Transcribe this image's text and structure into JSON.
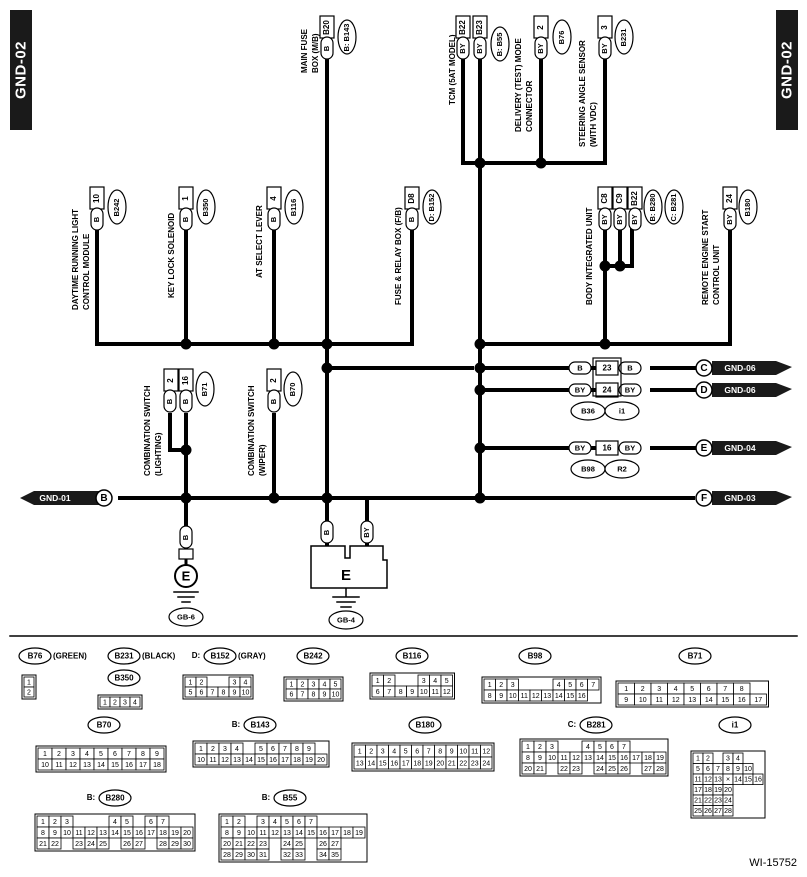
{
  "ground_tabs": {
    "left": "GND-02",
    "right": "GND-02"
  },
  "figure_id": "WI-15752",
  "top_components": [
    {
      "name": "MAIN FUSE BOX (M/B)",
      "wire": "B",
      "pin": "20",
      "conn": "B20",
      "conn_ref": "B: B143"
    },
    {
      "name": "TCM (5AT MODEL)",
      "wire": "BY",
      "pin": "22",
      "conn": "B22",
      "wire2": "BY",
      "conn2": "B23",
      "conn_ref": "B: B55"
    },
    {
      "name": "DELIVERY (TEST) MODE CONNECTOR",
      "wire": "BY",
      "pin": "2",
      "conn_ref": "B76"
    },
    {
      "name": "STEERING ANGLE SENSOR (WITH VDC)",
      "wire": "BY",
      "pin": "3",
      "conn_ref": "B231"
    }
  ],
  "mid_components": [
    {
      "name": "DAYTIME RUNNING LIGHT CONTROL MODULE",
      "wire": "B",
      "pin": "10",
      "conn_ref": "B242"
    },
    {
      "name": "KEY LOCK SOLENOID",
      "wire": "B",
      "pin": "1",
      "conn_ref": "B350"
    },
    {
      "name": "AT SELECT LEVER",
      "wire": "B",
      "pin": "4",
      "conn_ref": "B116"
    },
    {
      "name": "FUSE & RELAY BOX (F/B)",
      "wire": "B",
      "pin": "D8",
      "conn_ref": "D: B152"
    },
    {
      "name": "BODY INTEGRATED UNIT",
      "wires": [
        "BY",
        "BY",
        "BY"
      ],
      "pins": [
        "C8",
        "C9",
        "B22"
      ],
      "conn_ref": [
        "B: B280",
        "C: B281"
      ]
    },
    {
      "name": "REMOTE ENGINE START CONTROL UNIT",
      "wire": "BY",
      "pin": "24",
      "conn_ref": "B180"
    }
  ],
  "lower_components": [
    {
      "name": "COMBINATION SWITCH (LIGHTING)",
      "wires": [
        "B",
        "B"
      ],
      "pins": [
        "2",
        "16"
      ],
      "conn_ref": "B71"
    },
    {
      "name": "COMBINATION SWITCH (WIPER)",
      "wire": "B",
      "pin": "2",
      "conn_ref": "B70"
    }
  ],
  "junctions": [
    {
      "left_wire": "B",
      "pin": "23",
      "right_wire": "B",
      "circle": "C",
      "label": "GND-06"
    },
    {
      "left_wire": "BY",
      "pin": "24",
      "right_wire": "BY",
      "circle": "D",
      "label": "GND-06",
      "refs": [
        "B36",
        "i1"
      ]
    },
    {
      "left_wire": "BY",
      "pin": "16",
      "right_wire": "BY",
      "circle": "E",
      "label": "GND-04",
      "refs": [
        "B98",
        "R2"
      ]
    },
    {
      "circle": "F",
      "label": "GND-03"
    },
    {
      "circle": "B",
      "label": "GND-01"
    }
  ],
  "grounds": [
    {
      "label": "GB-6",
      "symbol": "E",
      "wire": "B"
    },
    {
      "label": "GB-4",
      "symbol": "E",
      "wires": [
        "B",
        "BY"
      ]
    }
  ],
  "legend": {
    "b76": {
      "ref": "B76",
      "note": "(GREEN)",
      "rows": [
        [
          "1"
        ],
        [
          "2"
        ]
      ]
    },
    "b231": {
      "ref": "B231",
      "note": "(BLACK)"
    },
    "b350": {
      "ref": "B350",
      "rows": [
        [
          "1",
          "2",
          "3",
          "4"
        ]
      ]
    },
    "b152": {
      "prefix": "D:",
      "ref": "B152",
      "note": "(GRAY)",
      "rows": [
        [
          "1",
          "2",
          "",
          "",
          "3",
          "4"
        ],
        [
          "5",
          "6",
          "7",
          "8",
          "9",
          "10"
        ]
      ]
    },
    "b242": {
      "ref": "B242",
      "rows": [
        [
          "1",
          "2",
          "3",
          "4",
          "5"
        ],
        [
          "6",
          "7",
          "8",
          "9",
          "10"
        ]
      ]
    },
    "b116": {
      "ref": "B116",
      "rows": [
        [
          "1",
          "2",
          "",
          "",
          "3",
          "4",
          "5"
        ],
        [
          "6",
          "7",
          "8",
          "9",
          "10",
          "11",
          "12"
        ]
      ]
    },
    "b98": {
      "ref": "B98",
      "rows": [
        [
          "1",
          "2",
          "3",
          "",
          "",
          "",
          "4",
          "5",
          "6",
          "7"
        ],
        [
          "8",
          "9",
          "10",
          "11",
          "12",
          "13",
          "14",
          "15",
          "16"
        ]
      ]
    },
    "b71": {
      "ref": "B71",
      "rows": [
        [
          "1",
          "2",
          "3",
          "4",
          "5",
          "6",
          "7",
          "8"
        ],
        [
          "9",
          "10",
          "11",
          "12",
          "13",
          "14",
          "15",
          "16",
          "17"
        ]
      ]
    },
    "b70": {
      "ref": "B70",
      "rows": [
        [
          "1",
          "2",
          "3",
          "4",
          "5",
          "6",
          "7",
          "8",
          "9"
        ],
        [
          "10",
          "11",
          "12",
          "13",
          "14",
          "15",
          "16",
          "17",
          "18"
        ]
      ]
    },
    "b143": {
      "prefix": "B:",
      "ref": "B143",
      "rows": [
        [
          "1",
          "2",
          "3",
          "4",
          "",
          "5",
          "6",
          "7",
          "8",
          "9"
        ],
        [
          "10",
          "11",
          "12",
          "13",
          "14",
          "15",
          "16",
          "17",
          "18",
          "19",
          "20"
        ]
      ]
    },
    "b180": {
      "ref": "B180",
      "rows": [
        [
          "1",
          "2",
          "3",
          "4",
          "5",
          "6",
          "7",
          "8",
          "9",
          "10",
          "11",
          "12"
        ],
        [
          "13",
          "14",
          "15",
          "16",
          "17",
          "18",
          "19",
          "20",
          "21",
          "22",
          "23",
          "24"
        ]
      ]
    },
    "b281": {
      "prefix": "C:",
      "ref": "B281",
      "rows": [
        [
          "1",
          "2",
          "3",
          "",
          "",
          "4",
          "5",
          "6",
          "7"
        ],
        [
          "8",
          "9",
          "10",
          "11",
          "12",
          "13",
          "14",
          "15",
          "16",
          "17",
          "18",
          "19"
        ],
        [
          "20",
          "21",
          "",
          "22",
          "23",
          "",
          "24",
          "25",
          "26",
          "",
          "27",
          "28"
        ]
      ]
    },
    "i1": {
      "ref": "i1",
      "rows": [
        [
          "1",
          "2",
          "",
          "3",
          "4"
        ],
        [
          "5",
          "6",
          "7",
          "8",
          "9",
          "10"
        ],
        [
          "11",
          "12",
          "13",
          "×",
          "14",
          "15",
          "16"
        ],
        [
          "17",
          "18",
          "19",
          "20"
        ],
        [
          "21",
          "22",
          "23",
          "24"
        ],
        [
          "25",
          "26",
          "27",
          "28"
        ]
      ]
    },
    "b280": {
      "prefix": "B:",
      "ref": "B280",
      "rows": [
        [
          "1",
          "2",
          "3",
          "",
          "",
          "",
          "4",
          "5",
          "",
          "6",
          "7"
        ],
        [
          "8",
          "9",
          "10",
          "11",
          "12",
          "13",
          "14",
          "15",
          "16",
          "17",
          "18",
          "19",
          "20"
        ],
        [
          "21",
          "22",
          "",
          "23",
          "24",
          "25",
          "",
          "26",
          "27",
          "",
          "28",
          "29",
          "30"
        ]
      ]
    },
    "b55": {
      "prefix": "B:",
      "ref": "B55",
      "rows": [
        [
          "1",
          "2",
          "",
          "3",
          "4",
          "5",
          "6",
          "7"
        ],
        [
          "8",
          "9",
          "10",
          "11",
          "12",
          "13",
          "14",
          "15",
          "16",
          "17",
          "18",
          "19"
        ],
        [
          "20",
          "21",
          "22",
          "23",
          "",
          "24",
          "25",
          "",
          "26",
          "27"
        ],
        [
          "28",
          "29",
          "30",
          "31",
          "",
          "32",
          "33",
          "",
          "34",
          "35"
        ]
      ]
    }
  }
}
